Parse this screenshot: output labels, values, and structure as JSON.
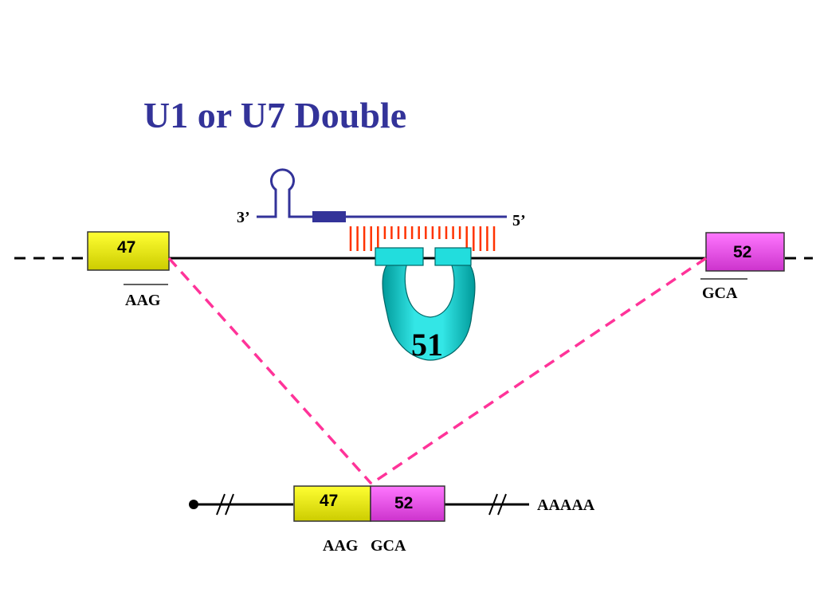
{
  "slide": {
    "title": "U1 or U7 Double"
  },
  "construct": {
    "end_3": "3’",
    "end_5": "5’"
  },
  "pre_mrna": {
    "exon_left": "47",
    "exon_right": "52",
    "skipped_exon": "51",
    "codon_left": "AAG",
    "codon_right": "GCA"
  },
  "mrna": {
    "exon_left": "47",
    "exon_right": "52",
    "codon_left": "AAG",
    "codon_right": "GCA",
    "polya": "AAAAA"
  },
  "colors": {
    "title": "#333399",
    "snrna_line": "#333399",
    "binding_ticks": "#ff3300",
    "exon_47": "#ffff00",
    "exon_52": "#ff66ff",
    "exon_51": "#00cccc",
    "splice_path": "#ff3399",
    "line": "#000000"
  }
}
